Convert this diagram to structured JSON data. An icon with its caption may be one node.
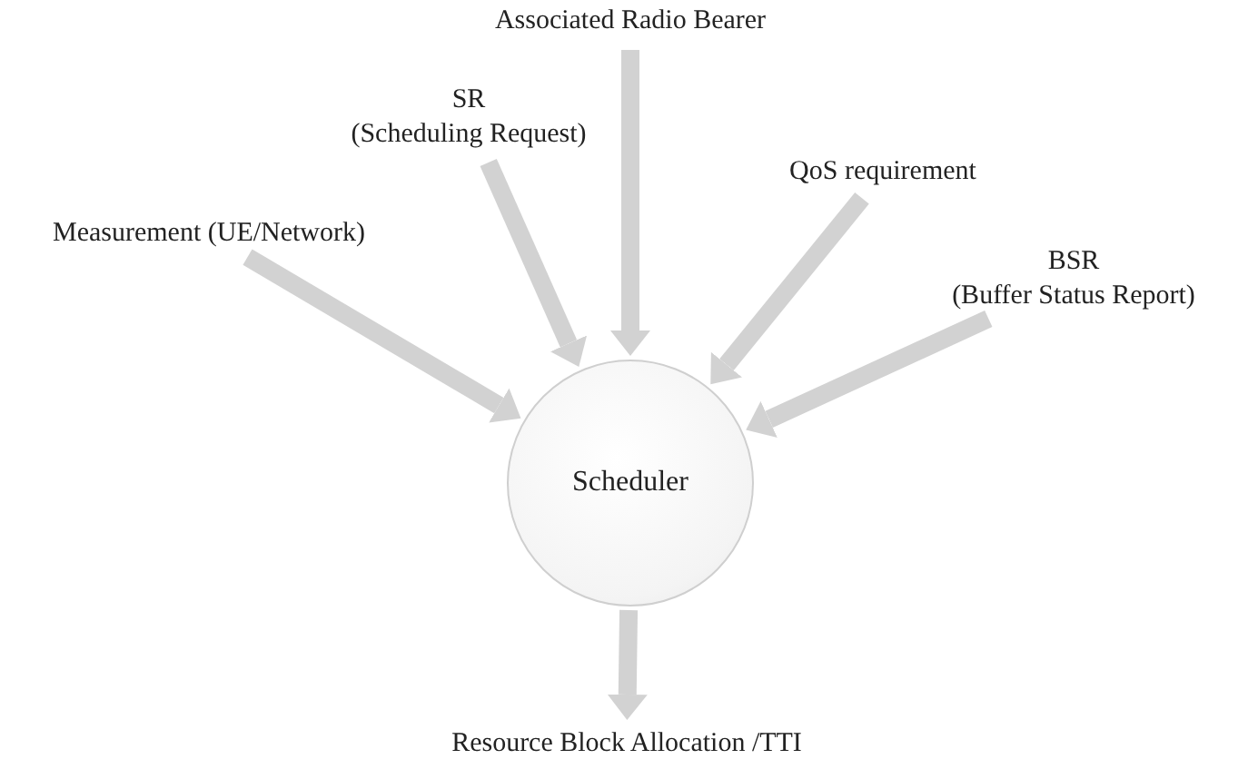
{
  "diagram": {
    "nodes": [
      {
        "text": [
          "Associated Radio Bearer"
        ]
      },
      {
        "text": [
          "SR",
          "(Scheduling Request)"
        ]
      },
      {
        "text": [
          "QoS requirement"
        ]
      },
      {
        "text": [
          "Measurement (UE/Network)"
        ]
      },
      {
        "text": [
          "BSR",
          "(Buffer Status Report)"
        ]
      },
      {
        "text": [
          "Scheduler"
        ]
      },
      {
        "text": [
          "Resource Block Allocation /TTI"
        ]
      }
    ],
    "edges": [
      {
        "from": 0,
        "to": 5,
        "arrow": "to"
      },
      {
        "from": 1,
        "to": 5,
        "arrow": "to"
      },
      {
        "from": 2,
        "to": 5,
        "arrow": "to"
      },
      {
        "from": 3,
        "to": 5,
        "arrow": "to"
      },
      {
        "from": 4,
        "to": 5,
        "arrow": "to"
      },
      {
        "from": 5,
        "to": 6,
        "arrow": "to"
      }
    ]
  }
}
